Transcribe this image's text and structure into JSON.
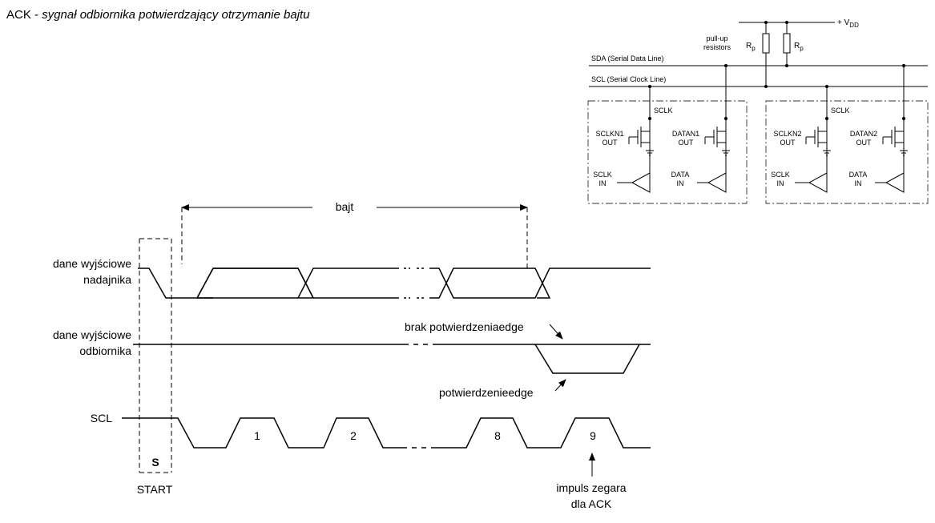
{
  "title": {
    "prefix": "ACK - ",
    "italic": "sygnał odbiornika potwierdzający otrzymanie bajtu"
  },
  "timing": {
    "byte_label": "bajt",
    "tx_label": [
      "dane wyjściowe",
      "nadajnika"
    ],
    "rx_label": [
      "dane wyjściowe",
      "odbiornika"
    ],
    "scl_label": "SCL",
    "no_ack_label": "brak potwierdzeniaedge",
    "ack_label": "potwierdzenieedge",
    "start_symbol": "S",
    "start_label": "START",
    "pulse_numbers": [
      "1",
      "2",
      "8",
      "9"
    ],
    "ack_clock_label": [
      "impuls zegara",
      "dla ACK"
    ]
  },
  "circuit": {
    "vdd_prefix": "+ V",
    "vdd_sub": "DD",
    "pullup_label": [
      "pull-up",
      "resistors"
    ],
    "rp_letter": "R",
    "rp_sub": "p",
    "sda_label": "SDA (Serial Data Line)",
    "scl_label": "SCL (Serial Clock Line)",
    "device1": {
      "sclk": "SCLK",
      "sclk_out": [
        "SCLKN1",
        "OUT"
      ],
      "data_out": [
        "DATAN1",
        "OUT"
      ],
      "sclk_in": [
        "SCLK",
        "IN"
      ],
      "data_in": [
        "DATA",
        "IN"
      ]
    },
    "device2": {
      "sclk": "SCLK",
      "sclk_out": [
        "SCLKN2",
        "OUT"
      ],
      "data_out": [
        "DATAN2",
        "OUT"
      ],
      "sclk_in": [
        "SCLK",
        "IN"
      ],
      "data_in": [
        "DATA",
        "IN"
      ]
    }
  }
}
